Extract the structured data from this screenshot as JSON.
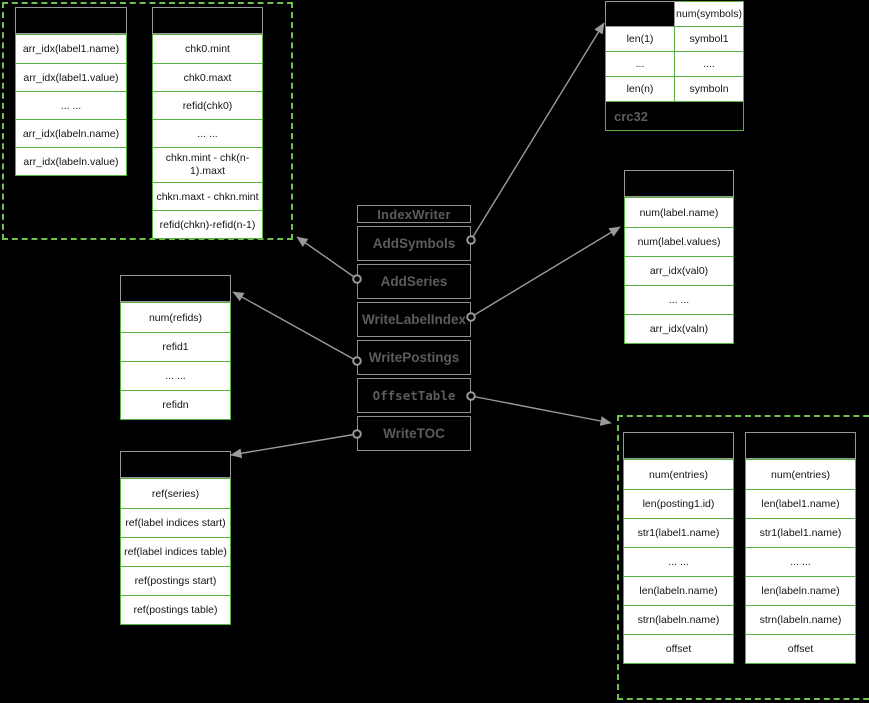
{
  "writer": {
    "title": "IndexWriter",
    "methods": [
      {
        "label": "AddSymbols"
      },
      {
        "label": "AddSeries"
      },
      {
        "label": "WriteLabelIndex"
      },
      {
        "label": "WritePostings"
      },
      {
        "label": "OffsetTable",
        "mono": true
      },
      {
        "label": "WriteTOC"
      }
    ]
  },
  "series_labels_table": {
    "rows": [
      "arr_idx(label1.name)",
      "arr_idx(label1.value)",
      "... ...",
      "arr_idx(labeln.name)",
      "arr_idx(labeln.value)"
    ]
  },
  "series_chunks_table": {
    "rows": [
      "chk0.mint",
      "chk0.maxt",
      "refid(chk0)",
      "... ...",
      {
        "text": "chkn.mint - chk(n-1).maxt",
        "tall": true
      },
      "chkn.maxt - chkn.mint",
      "refid(chkn)-refid(n-1)"
    ]
  },
  "symbols_table": {
    "header_right": "num(symbols)",
    "rows": [
      {
        "left": "len(1)",
        "right": "symbol1"
      },
      {
        "left": "...",
        "right": "...."
      },
      {
        "left": "len(n)",
        "right": "symboln"
      }
    ],
    "footer": "crc32"
  },
  "label_index_table": {
    "rows": [
      "num(label.name)",
      "num(label.values)",
      "arr_idx(val0)",
      "... ...",
      "arr_idx(valn)"
    ]
  },
  "postings_list_table": {
    "rows": [
      "num(refids)",
      "refid1",
      "... ...",
      "refidn"
    ]
  },
  "toc_table": {
    "rows": [
      "ref(series)",
      "ref(label indices start)",
      "ref(label indices table)",
      "ref(postings start)",
      "ref(postings table)"
    ]
  },
  "postings_offset_table": {
    "rows": [
      "num(entries)",
      "len(posting1.id)",
      "str1(label1.name)",
      "... ...",
      "len(labeln.name)",
      "strn(labeln.name)",
      "offset"
    ]
  },
  "label_offset_table": {
    "rows": [
      "num(entries)",
      "len(label1.name)",
      "str1(label1.name)",
      "... ...",
      "len(labeln.name)",
      "strn(labeln.name)",
      "offset"
    ]
  },
  "colors": {
    "background": "#000000",
    "cell_background": "#ffffff",
    "cell_border_green": "#58b13e",
    "group_dashed_green": "#6ec14d",
    "connector_gray": "#9a9a9a",
    "writer_border_gray": "#8f8f8f",
    "writer_text_gray": "#5c5c5c",
    "cell_text": "#141414"
  }
}
